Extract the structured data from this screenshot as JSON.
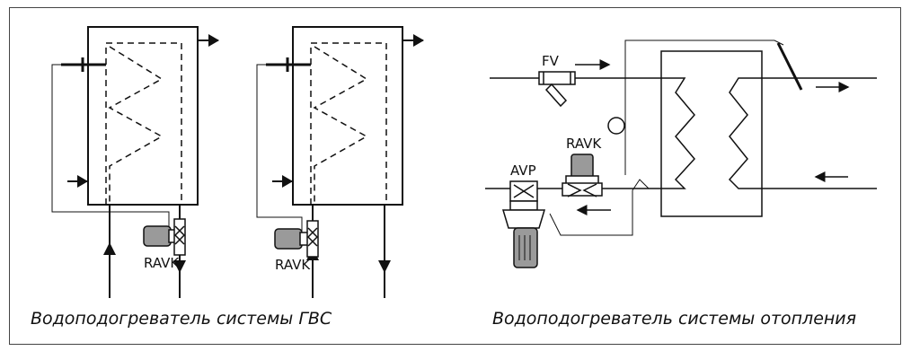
{
  "labels": {
    "fv": "FV",
    "ravk_right": "RAVK",
    "avp": "AVP",
    "ravk_left_1": "RAVK",
    "ravk_left_2": "RAVK"
  },
  "captions": {
    "left": "Водоподогреватель системы ГВС",
    "right": "Водоподогреватель системы отопления"
  },
  "colors": {
    "line": "#111111",
    "frame": "#444444",
    "valve_fill": "#9a9a9a"
  }
}
